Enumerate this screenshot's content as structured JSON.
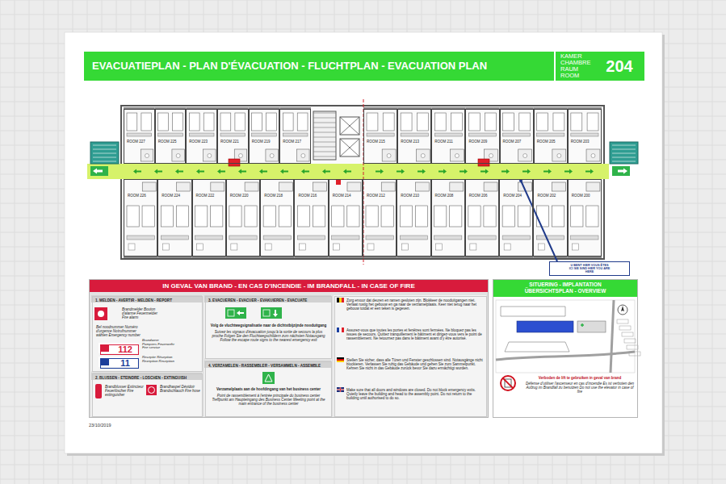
{
  "diagram": {
    "title": "EVACUATIEPLAN - PLAN D'ÉVACUATION - FLUCHTPLAN - EVACUATION PLAN",
    "nodes": [
      {
        "text": [
          "KAMER CHAMBRE RAUM ROOM",
          "204"
        ]
      },
      {
        "text": [
          "ROOM 227"
        ]
      },
      {
        "text": [
          "ROOM 225"
        ]
      },
      {
        "text": [
          "ROOM 223"
        ]
      },
      {
        "text": [
          "ROOM 221"
        ]
      },
      {
        "text": [
          "ROOM 219"
        ]
      },
      {
        "text": [
          "ROOM 217"
        ]
      },
      {
        "text": [
          "ROOM 215"
        ]
      },
      {
        "text": [
          "ROOM 213"
        ]
      },
      {
        "text": [
          "ROOM 211"
        ]
      },
      {
        "text": [
          "ROOM 209"
        ]
      },
      {
        "text": [
          "ROOM 207"
        ]
      },
      {
        "text": [
          "ROOM 205"
        ]
      },
      {
        "text": [
          "ROOM 203"
        ]
      },
      {
        "text": [
          "ROOM 226"
        ]
      },
      {
        "text": [
          "ROOM 224"
        ]
      },
      {
        "text": [
          "ROOM 222"
        ]
      },
      {
        "text": [
          "ROOM 220"
        ]
      },
      {
        "text": [
          "ROOM 218"
        ]
      },
      {
        "text": [
          "ROOM 216"
        ]
      },
      {
        "text": [
          "ROOM 214"
        ]
      },
      {
        "text": [
          "ROOM 212"
        ]
      },
      {
        "text": [
          "ROOM 210"
        ]
      },
      {
        "text": [
          "ROOM 208"
        ]
      },
      {
        "text": [
          "ROOM 206"
        ]
      },
      {
        "text": [
          "ROOM 204"
        ]
      },
      {
        "text": [
          "ROOM 202"
        ]
      },
      {
        "text": [
          "ROOM 200"
        ]
      },
      {
        "text": [
          "U BENT HIER VOUS ÊTES ICI SIE SIND HIER YOU ARE HERE"
        ]
      },
      {
        "text": [
          "IN GEVAL VAN BRAND - EN CAS D'INCENDIE - IM BRANDFALL - IN CASE OF FIRE"
        ]
      },
      {
        "text": [
          "1. MELDEN - AVERTIR - MELDEN - REPORT",
          "Brandmelder Bouton d'alarme Feuermelder Fire alarm",
          "Bel noodnummer Numéro d'urgence Notrufnummer wählen Emergency number",
          "Brandweer Pompiers Feuerwehr Fire service",
          "Receptie Réception Rezeption Reception"
        ],
        "in": 29
      },
      {
        "text": [
          "112"
        ],
        "in": 30
      },
      {
        "text": [
          "11"
        ],
        "in": 30
      },
      {
        "text": [
          "2. BLUSSEN - ETEINDRE - LOSCHEN - EXTINGUISH",
          "Brandblusser Extincteur Feuerlöscher Fire extinguisher",
          "Brandhaspel Dévidoir Brandschlauch Fire hose"
        ],
        "in": 29
      },
      {
        "text": [
          "3. EVACUEREN - EVACUER - EVAKUIEREN - EVACUATE",
          "Volg de vluchtwegsignalisatie naar de dichtstbijzijnde nooduitgang",
          "Suivez les signaux d'évacuation jusqu'à la sortie de secours la plus proche Folgen Sie den Fluchtwegschildern zum nächsten Notausgang Follow the escape route signs to the nearest emergency exit"
        ],
        "in": 29
      },
      {
        "text": [
          "4. VERZAMELEN - RASSEMBLER - VERSAMMELN - ASSEMBLE",
          "Verzamelplaats aan de hoofdingang van het business center",
          "Point de rassemblement à l'entrée principale du business center Treffpunkt am Haupteingang des Business Center Meeting point at the main entrance of the business center"
        ],
        "in": 29
      },
      {
        "text": [
          "Zorg ervoor dat deuren en ramen gesloten zijn. Blokkeer de nooduitgangen niet. Verlaat rustig het gebouw en ga naar de verzamelplaats. Keer niet terug naar het gebouw totdat er een teken is gegeven.",
          "Assurez-vous que toutes les portes et fenêtres sont fermées. Ne bloquez pas les issues de secours. Quittez tranquillement le bâtiment et dirigez-vous vers le point de rassemblement. Ne retournez pas dans le bâtiment avant d'y être autorisé.",
          "Stellen Sie sicher, dass alle Türen und Fenster geschlossen sind. Notausgänge nicht blockieren. Verlassen Sie ruhig das Gebäude und gehen Sie zum Sammelpunkt. Kehren Sie nicht in das Gebäude zurück bevor Sie dazu ermächtigt wurden.",
          "Make sure that all doors and windows are closed. Do not block emergency exits. Quietly leave the building and head to the assembly point. Do not return to the building until authorised to do so."
        ],
        "in": 29
      },
      {
        "text": [
          "SITUERING - IMPLANTATION ÜBERSICHTSPLAN - OVERVIEW",
          "Verboden de lift te gebruiken in geval van brand",
          "Défense d'utiliser l'ascenseur en cas d'incendie Es ist verboten den Aufzug im Brandfall zu benutzen Do not use the elevator in case of fire"
        ]
      }
    ],
    "labels": [
      "23/10/2019"
    ]
  }
}
